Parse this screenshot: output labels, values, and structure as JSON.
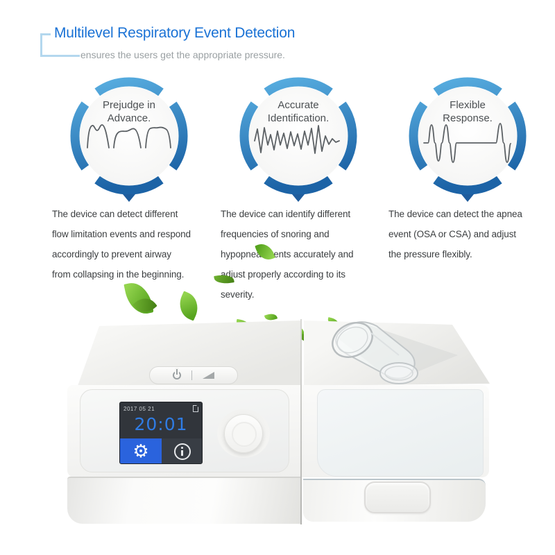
{
  "header": {
    "title": "Multilevel Respiratory Event Detection",
    "subtitle": "ensures the users get the appropriate pressure."
  },
  "features": [
    {
      "label_line1": "Prejudge in",
      "label_line2": "Advance.",
      "icon": "flow-limitation-waveform",
      "description": "The device can detect different flow limitation events and respond accordingly to prevent airway from collapsing in the beginning."
    },
    {
      "label_line1": "Accurate",
      "label_line2": "Identification.",
      "icon": "snoring-hypopnea-waveform",
      "description": "The device can identify different frequencies of snoring and hypopnea events accurately and adjust properly according to its severity."
    },
    {
      "label_line1": "Flexible",
      "label_line2": "Response.",
      "icon": "apnea-waveform",
      "description": "The device can detect the apnea event (OSA or CSA) and adjust the pressure flexibly."
    }
  ],
  "device": {
    "top_buttons": {
      "power_icon": "power-icon",
      "ramp_icon": "ramp-icon"
    },
    "screen": {
      "date": "2017 05 21",
      "time": "20:01",
      "status_icon": "sd-card-icon",
      "tiles": [
        {
          "icon": "gear-icon",
          "background": "#2a63dd"
        },
        {
          "icon": "info-icon",
          "background": "#383d44"
        }
      ]
    }
  },
  "colors": {
    "title_blue": "#1a72d5",
    "bracket_blue": "#b3d7ee",
    "ring_blue_light": "#5ab0e2",
    "ring_blue_dark": "#1c63a6",
    "pointer_blue": "#1e5c9d",
    "time_blue": "#2f7ce4",
    "settings_tile_blue": "#2a63dd",
    "screen_background": "#31353b",
    "leaf_green": "#57a41f",
    "body_text": "#3b3e40",
    "subtitle_gray": "#9aa0a3"
  },
  "icons": {
    "gear_glyph": "⚙"
  }
}
